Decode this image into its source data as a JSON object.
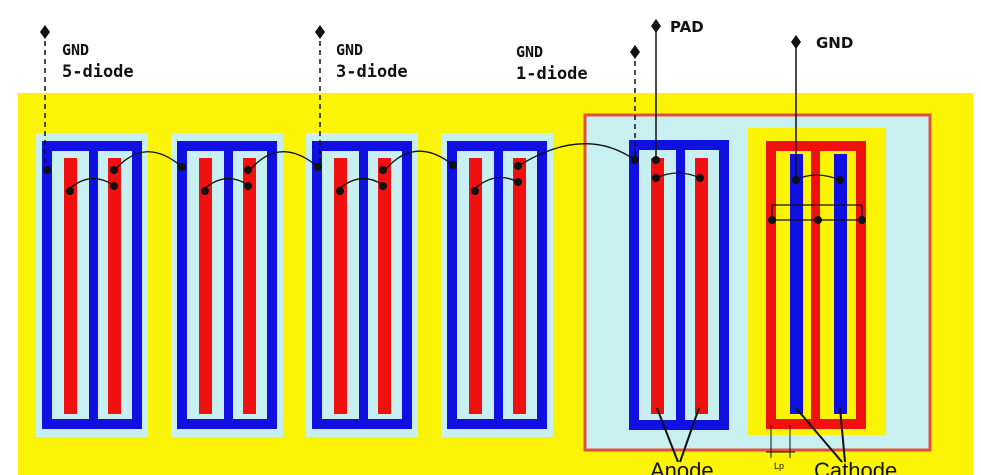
{
  "colors": {
    "background": "#ffffff",
    "substrate": "#fbf407",
    "well": "#c8f0f0",
    "anode_ring": "#1010e0",
    "red_finger": "#f01010",
    "guard_ring": "#e25040",
    "wire": "#111111"
  },
  "labels": {
    "gnd5_a": "GND",
    "gnd5_b": "5-diode",
    "gnd3_a": "GND",
    "gnd3_b": "3-diode",
    "gnd1_a": "GND",
    "gnd1_b": "1-diode",
    "pad": "PAD",
    "gnd_right": "GND",
    "anode": "Anode",
    "cathode": "Cathode",
    "lp": "Lp"
  }
}
